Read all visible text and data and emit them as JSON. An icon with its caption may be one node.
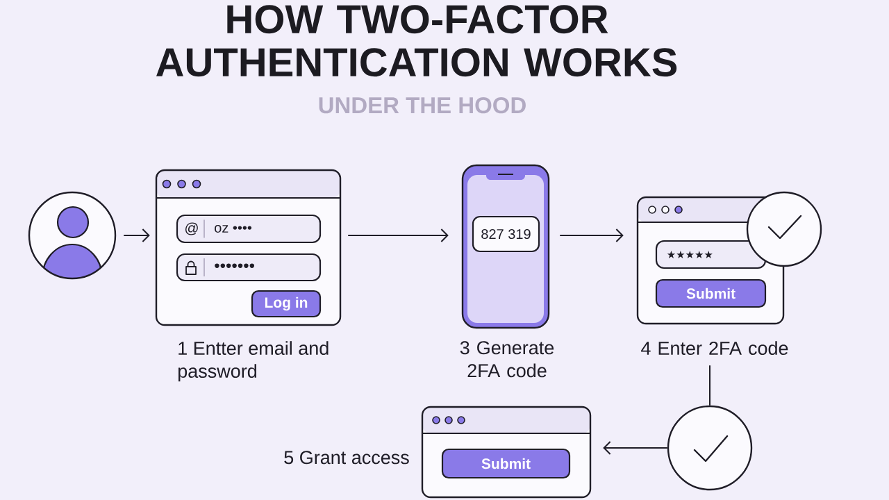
{
  "diagram": {
    "title": "HOW TWO-FACTOR AUTHENTICATION WORKS",
    "nodes": [
      {
        "text": [],
        "shape": "person"
      },
      {
        "text": [],
        "shape": "box",
        "beside": [
          "1 Entter email and password"
        ]
      },
      {
        "text": [
          "@",
          "oz ••••"
        ],
        "in": 1
      },
      {
        "text": [
          "•••••••"
        ],
        "in": 1
      },
      {
        "text": [
          "Log in"
        ],
        "in": 1
      },
      {
        "text": [],
        "shape": "phone",
        "beside": [
          "3 Generate 2FA code"
        ]
      },
      {
        "text": [
          "827 319"
        ],
        "in": 5
      },
      {
        "text": [],
        "shape": "box",
        "beside": [
          "4 Enter 2FA code"
        ]
      },
      {
        "text": [
          "★★★★★"
        ],
        "in": 7
      },
      {
        "text": [
          "Submit"
        ],
        "in": 7
      },
      {
        "text": [],
        "shape": "circle"
      },
      {
        "text": [],
        "shape": "box",
        "beside": [
          "5 Grant access"
        ]
      },
      {
        "text": [
          "Submit"
        ],
        "in": 11
      },
      {
        "text": [],
        "shape": "circle"
      }
    ],
    "edges": [
      {
        "from": 0,
        "to": 1,
        "arrow": "to"
      },
      {
        "from": 1,
        "to": 5,
        "arrow": "to"
      },
      {
        "from": 5,
        "to": 7,
        "arrow": "to"
      },
      {
        "from": 7,
        "to": 13,
        "arrow": "none"
      },
      {
        "from": 13,
        "to": 11,
        "arrow": "to"
      }
    ],
    "labels": [
      "UNDER THE HOOD"
    ]
  }
}
